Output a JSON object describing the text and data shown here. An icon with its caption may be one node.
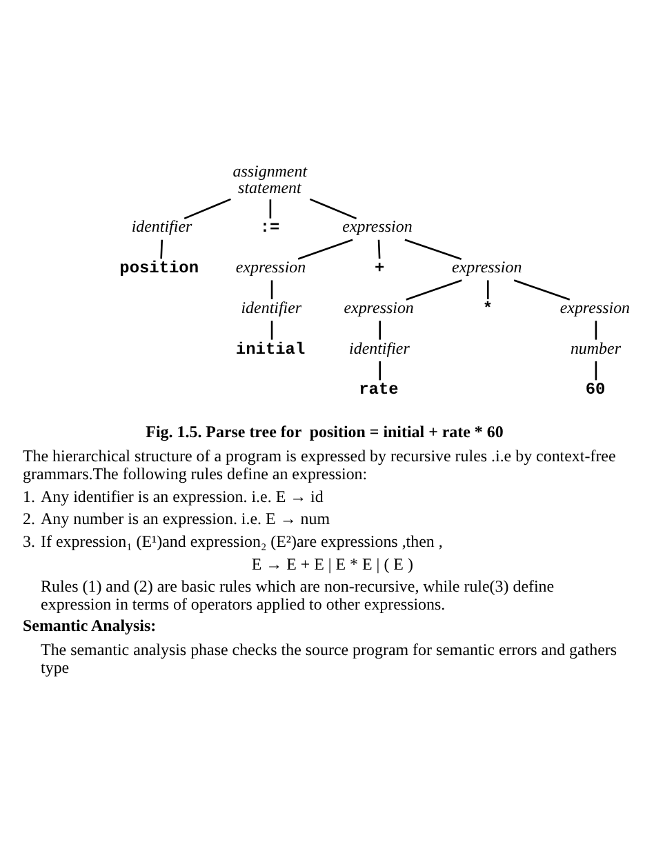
{
  "diagram": {
    "nodes": [
      {
        "text": [
          "assignment statement"
        ]
      },
      {
        "text": [
          "identifier"
        ]
      },
      {
        "text": [
          ":="
        ]
      },
      {
        "text": [
          "expression"
        ]
      },
      {
        "text": [
          "position"
        ]
      },
      {
        "text": [
          "expression"
        ]
      },
      {
        "text": [
          "+"
        ]
      },
      {
        "text": [
          "expression"
        ]
      },
      {
        "text": [
          "identifier"
        ]
      },
      {
        "text": [
          "initial"
        ]
      },
      {
        "text": [
          "expression"
        ]
      },
      {
        "text": [
          "*"
        ]
      },
      {
        "text": [
          "expression"
        ]
      },
      {
        "text": [
          "identifier"
        ]
      },
      {
        "text": [
          "number"
        ]
      },
      {
        "text": [
          "rate"
        ]
      },
      {
        "text": [
          "60"
        ]
      }
    ],
    "edges": [
      {
        "from": 0,
        "to": 1,
        "arrow": "none"
      },
      {
        "from": 0,
        "to": 2,
        "arrow": "none"
      },
      {
        "from": 0,
        "to": 3,
        "arrow": "none"
      },
      {
        "from": 1,
        "to": 4,
        "arrow": "none"
      },
      {
        "from": 3,
        "to": 5,
        "arrow": "none"
      },
      {
        "from": 3,
        "to": 6,
        "arrow": "none"
      },
      {
        "from": 3,
        "to": 7,
        "arrow": "none"
      },
      {
        "from": 5,
        "to": 8,
        "arrow": "none"
      },
      {
        "from": 8,
        "to": 9,
        "arrow": "none"
      },
      {
        "from": 7,
        "to": 10,
        "arrow": "none"
      },
      {
        "from": 7,
        "to": 11,
        "arrow": "none"
      },
      {
        "from": 7,
        "to": 12,
        "arrow": "none"
      },
      {
        "from": 10,
        "to": 13,
        "arrow": "none"
      },
      {
        "from": 12,
        "to": 14,
        "arrow": "none"
      },
      {
        "from": 13,
        "to": 15,
        "arrow": "none"
      },
      {
        "from": 14,
        "to": 16,
        "arrow": "none"
      }
    ],
    "labels": [
      "Fig. 1.5. Parse tree for  position = initial + rate * 60",
      "The hierarchical structure of a program is expressed by recursive rules .i.e by context-free grammars.The following rules define an expression:",
      "1.",
      "Any identifier is an expression. i.e. E → id",
      "2.",
      "Any number is an expression. i.e. E → num",
      "3.",
      "If expression₁ (E¹)and expression₂ (E²)are expressions ,then ,",
      "E → E + E | E * E | ( E )",
      "Rules (1) and (2) are basic rules which are non-recursive, while rule(3) define expression in terms of operators applied to other expressions.",
      "Semantic Analysis:",
      "The semantic analysis phase checks the source program for semantic errors and gathers type"
    ]
  }
}
